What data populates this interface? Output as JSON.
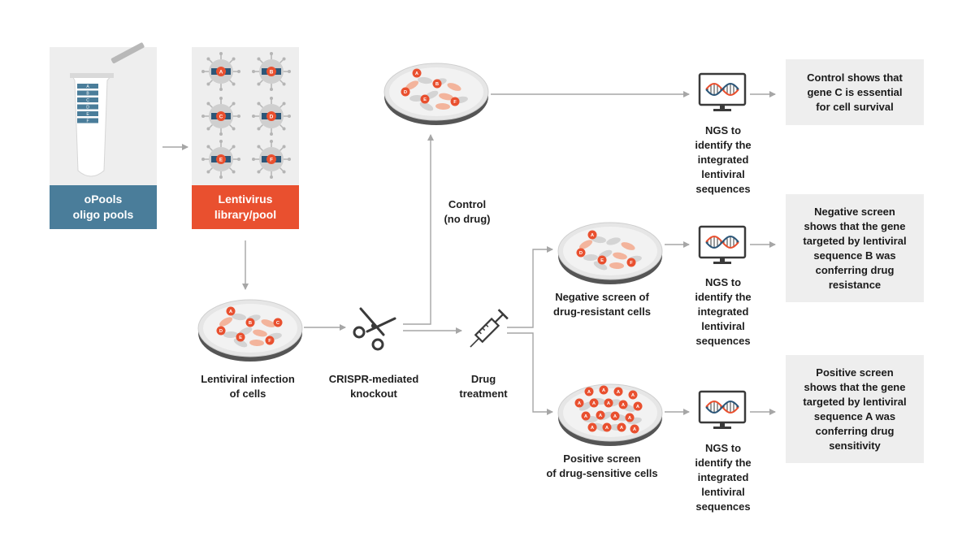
{
  "panels": {
    "opools_label": "oPools\noligo pools",
    "tube_letters": [
      "A",
      "B",
      "C",
      "D",
      "E",
      "F"
    ],
    "lentivirus_label": "Lentivirus\nlibrary/pool",
    "virus_letters": [
      "A",
      "B",
      "C",
      "D",
      "E",
      "F"
    ]
  },
  "steps": {
    "infection": "Lentiviral infection\nof cells",
    "crispr": "CRISPR-mediated\nknockout",
    "drug": "Drug\ntreatment",
    "control": "Control\n(no drug)",
    "negative": "Negative screen of\ndrug-resistant cells",
    "positive": "Positive screen\nof drug-sensitive cells"
  },
  "ngs": {
    "control": "NGS to\nidentify the\nintegrated\nlentiviral\nsequences",
    "negative": "NGS to\nidentify the\nintegrated\nlentiviral\nsequences",
    "positive": "NGS to\nidentify the\nintegrated\nlentiviral\nsequences"
  },
  "results": {
    "control": "Control shows that\ngene C is essential\nfor cell survival",
    "negative": "Negative screen\nshows that the gene\ntargeted by lentiviral\nsequence B was\nconferring drug\nresistance",
    "positive": "Positive screen\nshows that the gene\ntargeted by lentiviral\nsequence A was\nconferring drug\nsensitivity"
  },
  "dishes": {
    "infection_letters": [
      "A",
      "B",
      "C",
      "D",
      "E",
      "F"
    ],
    "control_letters": [
      "A",
      "B",
      "D",
      "E",
      "F"
    ],
    "negative_letters": [
      "A",
      "D",
      "E",
      "F"
    ],
    "positive_letters": [
      "A",
      "A",
      "A",
      "A",
      "A",
      "A",
      "A",
      "A",
      "A",
      "A",
      "A",
      "A",
      "A",
      "A",
      "A",
      "A",
      "A"
    ]
  },
  "colors": {
    "accent": "#e9502f",
    "blue": "#4a7d9a",
    "panel": "#eeeeee",
    "arrow": "#a6a6a6",
    "dark": "#333333"
  }
}
